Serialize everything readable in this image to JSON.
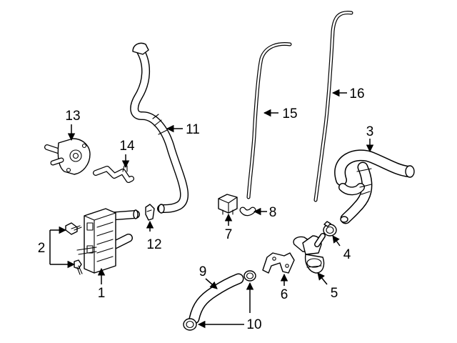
{
  "diagram": {
    "background": "#ffffff",
    "line_color": "#000000",
    "callouts": [
      {
        "id": "1",
        "text": "1"
      },
      {
        "id": "2",
        "text": "2"
      },
      {
        "id": "3",
        "text": "3"
      },
      {
        "id": "4",
        "text": "4"
      },
      {
        "id": "5",
        "text": "5"
      },
      {
        "id": "6",
        "text": "6"
      },
      {
        "id": "7",
        "text": "7"
      },
      {
        "id": "8",
        "text": "8"
      },
      {
        "id": "9",
        "text": "9"
      },
      {
        "id": "10",
        "text": "10"
      },
      {
        "id": "11",
        "text": "11"
      },
      {
        "id": "12",
        "text": "12"
      },
      {
        "id": "13",
        "text": "13"
      },
      {
        "id": "14",
        "text": "14"
      },
      {
        "id": "15",
        "text": "15"
      },
      {
        "id": "16",
        "text": "16"
      }
    ]
  }
}
